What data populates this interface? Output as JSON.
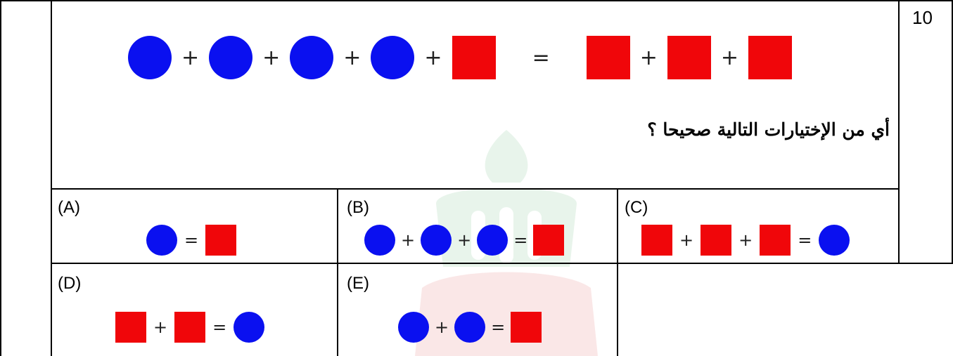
{
  "question_number": "10",
  "question_text": "أي من الإختيارات التالية صحيحا ؟",
  "equation": {
    "left": [
      "circle",
      "+",
      "circle",
      "+",
      "circle",
      "+",
      "circle",
      "+",
      "square"
    ],
    "equals": "=",
    "right": [
      "square",
      "+",
      "square",
      "+",
      "square"
    ]
  },
  "options": [
    {
      "label": "(A)",
      "expr": [
        "circle",
        "=",
        "square"
      ]
    },
    {
      "label": "(B)",
      "expr": [
        "circle",
        "+",
        "circle",
        "+",
        "circle",
        "=",
        "square"
      ]
    },
    {
      "label": "(C)",
      "expr": [
        "square",
        "+",
        "square",
        "+",
        "square",
        "=",
        "circle"
      ]
    },
    {
      "label": "(D)",
      "expr": [
        "square",
        "+",
        "square",
        "=",
        "circle"
      ]
    },
    {
      "label": "(E)",
      "expr": [
        "circle",
        "+",
        "circle",
        "=",
        "square"
      ]
    }
  ],
  "colors": {
    "circle": "#0a10f0",
    "square": "#f0060a",
    "watermark": "#2a9d4a"
  },
  "icons": {
    "circle": "blue-circle-icon",
    "square": "red-square-icon"
  }
}
